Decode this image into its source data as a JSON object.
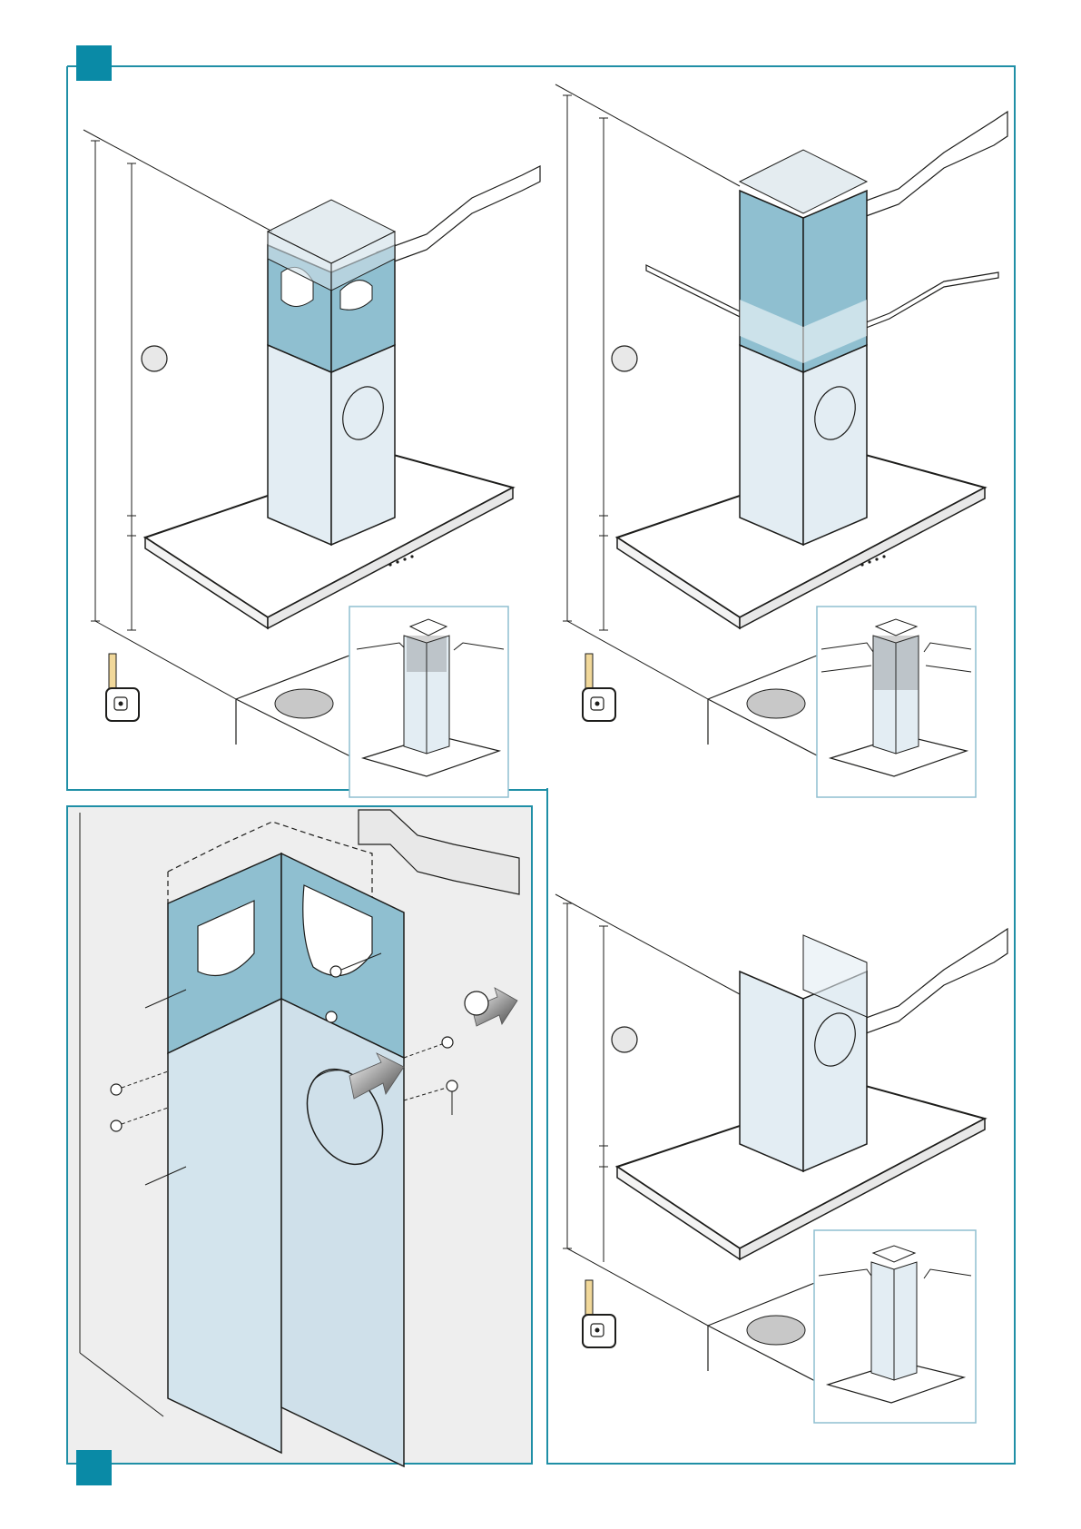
{
  "page": {
    "kind": "assembly-instruction-illustration",
    "text": [],
    "colors": {
      "frame": "#1f8fa6",
      "corner_tab": "#0a8aa6",
      "duct_upper": "#8fbfd0",
      "duct_lower": "#e3edf3",
      "duct_light": "#cfe0ea",
      "background_panel": "#eeeeee",
      "line": "#1d1d1b"
    }
  },
  "panels": [
    {
      "id": "panel-top-left",
      "content": "hood-with-telescopic-chimney"
    },
    {
      "id": "panel-top-right",
      "content": "hood-with-chimney-through-ceiling"
    },
    {
      "id": "panel-bottom-left",
      "content": "chimney-duct-detail-with-screws"
    },
    {
      "id": "panel-bottom-right",
      "content": "hood-with-single-chimney"
    }
  ],
  "icons": [
    "measuring-tape-icon",
    "arrow-icon",
    "screw-icon",
    "corner-tab-icon"
  ]
}
